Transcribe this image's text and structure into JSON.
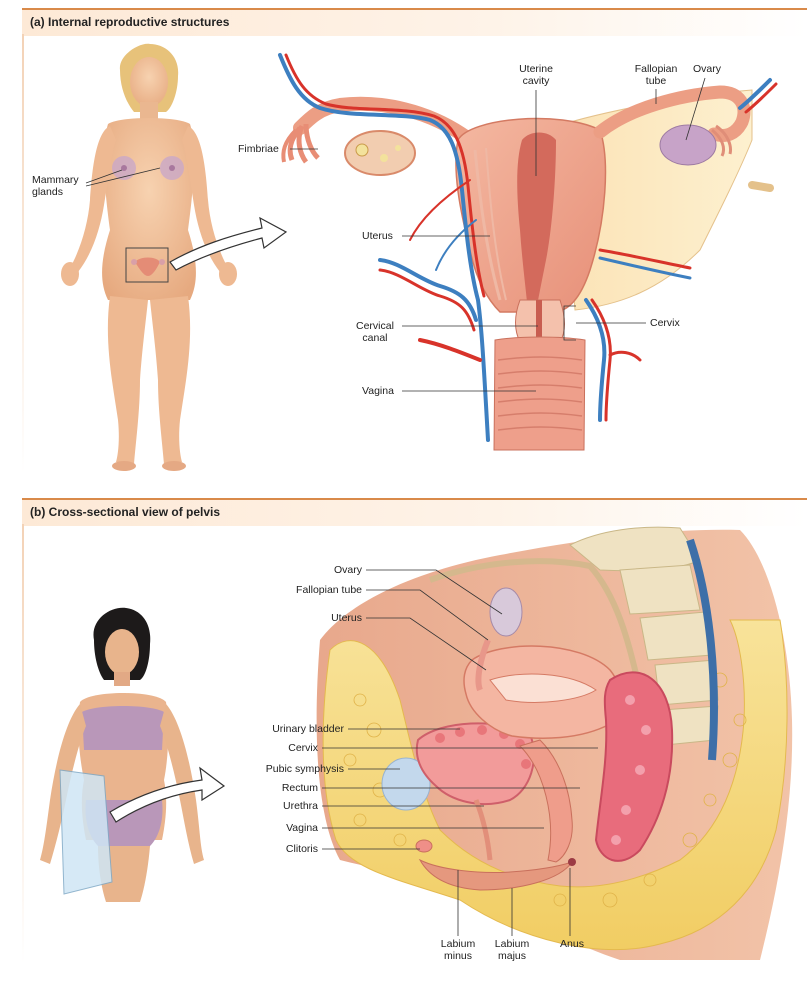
{
  "panel_a": {
    "title": "(a) Internal reproductive structures",
    "labels": {
      "mammary_glands_line1": "Mammary",
      "mammary_glands_line2": "glands",
      "fimbriae": "Fimbriae",
      "uterine_cavity_line1": "Uterine",
      "uterine_cavity_line2": "cavity",
      "fallopian_tube_line1": "Fallopian",
      "fallopian_tube_line2": "tube",
      "ovary": "Ovary",
      "uterus": "Uterus",
      "cervical_canal_line1": "Cervical",
      "cervical_canal_line2": "canal",
      "cervix": "Cervix",
      "vagina": "Vagina"
    }
  },
  "panel_b": {
    "title": "(b) Cross-sectional view of pelvis",
    "labels": {
      "ovary": "Ovary",
      "fallopian_tube": "Fallopian tube",
      "uterus": "Uterus",
      "urinary_bladder": "Urinary bladder",
      "cervix": "Cervix",
      "pubic_symphysis": "Pubic symphysis",
      "rectum": "Rectum",
      "urethra": "Urethra",
      "vagina": "Vagina",
      "clitoris": "Clitoris",
      "labium_minus_line1": "Labium",
      "labium_minus_line2": "minus",
      "labium_majus_line1": "Labium",
      "labium_majus_line2": "majus",
      "anus": "Anus"
    }
  },
  "colors": {
    "skin": "#f2c39c",
    "tissue_pink": "#f0a993",
    "muscle": "#e88874",
    "vein_blue": "#3d7fc0",
    "artery_red": "#d8332a",
    "fat_yellow": "#f6dc7f",
    "bone": "#efe2c2",
    "ligament": "#fbe6bf",
    "accent_orange": "#d98a4a"
  }
}
